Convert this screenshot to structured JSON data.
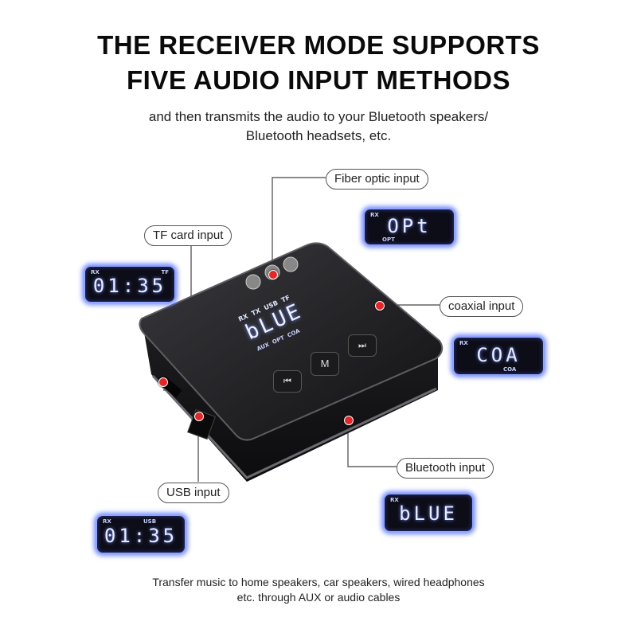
{
  "header": {
    "title_line1": "THE RECEIVER MODE SUPPORTS",
    "title_line2": "FIVE AUDIO INPUT METHODS",
    "subtitle_line1": "and then transmits the audio to your Bluetooth speakers/",
    "subtitle_line2": "Bluetooth headsets, etc."
  },
  "callouts": {
    "fiber": "Fiber optic input",
    "tf": "TF card input",
    "coaxial": "coaxial input",
    "bluetooth": "Bluetooth input",
    "usb": "USB input"
  },
  "displays": {
    "opt": {
      "tag": "RX",
      "main": "OPt",
      "sub": "OPT"
    },
    "tf": {
      "tag": "RX",
      "tag2": "TF",
      "main": "01:35"
    },
    "coa": {
      "tag": "RX",
      "main": "COA",
      "sub": "COA"
    },
    "blue": {
      "tag": "RX",
      "main": "bLUE"
    },
    "usb": {
      "tag": "RX",
      "tag2": "USB",
      "main": "01:35"
    }
  },
  "device": {
    "screen_top": "RX  TX  USB  TF",
    "screen_main": "bLUE",
    "screen_bottom": "AUX  OPT  COA",
    "button_mode": "M",
    "button_prev": "⏮",
    "button_next": "⏭"
  },
  "footer": {
    "line1": "Transfer music to home speakers, car speakers, wired headphones",
    "line2": "etc. through AUX or audio cables"
  },
  "colors": {
    "dot": "#e32626",
    "lcd_glow": "#6f86ff"
  }
}
